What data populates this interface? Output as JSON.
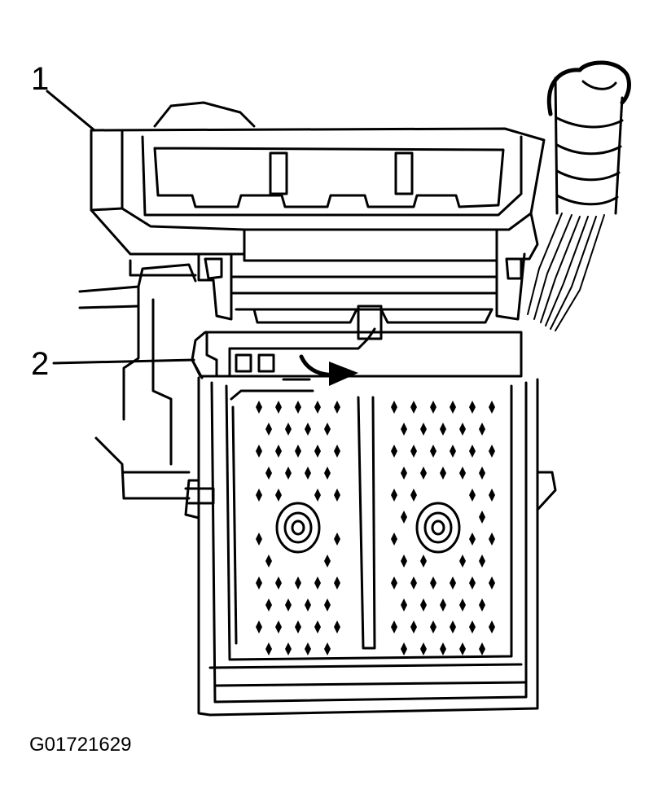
{
  "callouts": [
    {
      "id": "1",
      "label": "1"
    },
    {
      "id": "2",
      "label": "2"
    }
  ],
  "figure_id": "G01721629"
}
